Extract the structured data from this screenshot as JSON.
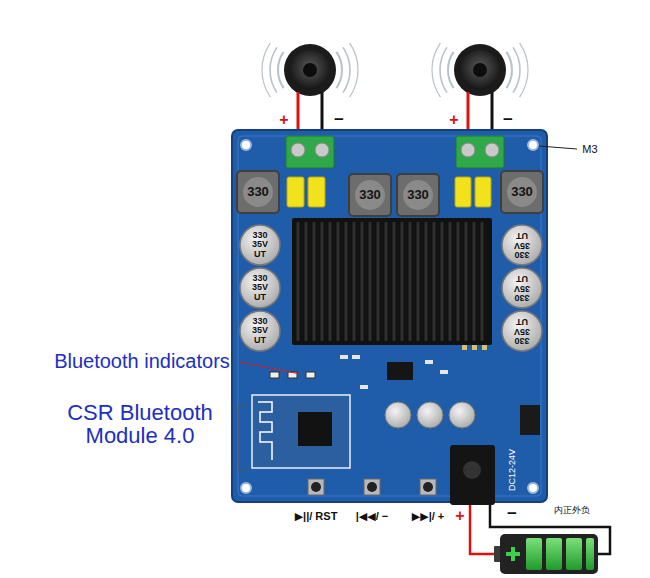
{
  "diagram": {
    "labels": [
      "+",
      "−",
      "+",
      "−",
      "M3",
      "330",
      "330",
      "330",
      "330",
      "330 35V UT",
      "330 35V UT",
      "330 35V UT",
      "330 35V UT",
      "330 35V UT",
      "330 35V UT",
      "Bluetooth indicators",
      "CSR Bluetooth Module 4.0",
      "DC12-24V",
      "▶||/ RST",
      "|◀◀/ −",
      "▶▶|/ +",
      "+",
      "−",
      "内正外负"
    ]
  }
}
